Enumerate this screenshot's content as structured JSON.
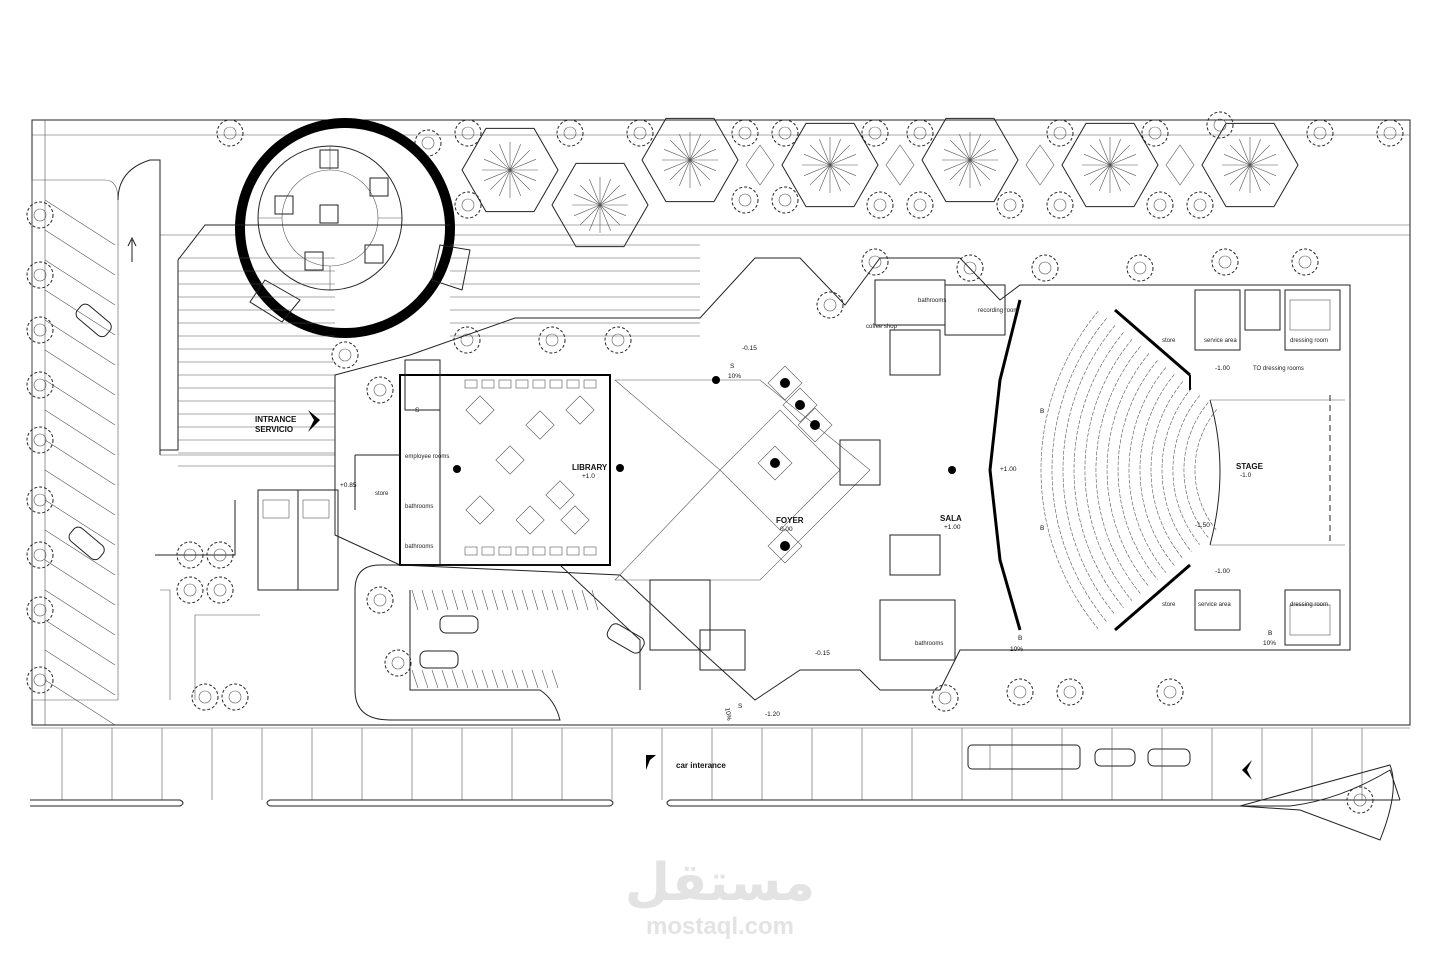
{
  "labels": {
    "library": "LIBRARY",
    "library_level": "+1.0",
    "foyer": "FOYER",
    "foyer_level": "0.00",
    "sala": "SALA",
    "sala_level": "+1.00",
    "stage": "STAGE",
    "stage_level": "-1.0",
    "entrance_line1": "INTRANCE",
    "entrance_line2": "SERVICIO",
    "car_entrance": "car interance",
    "coffee_shop": "coffee shop",
    "recording_room": "recording room",
    "bathrooms": "bathrooms",
    "service_area_top": "service area",
    "service_area_bottom": "service area",
    "dressing_top": "dressing room",
    "dressing_bottom": "dressing room",
    "to_dressing": "TO dressing rooms",
    "store_top": "store",
    "store_bottom": "store",
    "store_left": "store",
    "employee_rooms": "employee rooms",
    "bathrooms_left": "bathrooms",
    "bathrooms_left2": "bathrooms",
    "bathrooms_sala": "bathrooms",
    "lvl_sala_row": "+1.00",
    "lvl_stage_pit": "-1.50",
    "lvl_top_right": "-1.00",
    "lvl_bot_right": "-1.00",
    "lvl_entry_top": "-0.15",
    "lvl_entry_bottom": "-0.15",
    "lvl_left": "+0.85",
    "lvl_south": "-1.20",
    "slope_top": "10%",
    "slope_bottom_left": "10%",
    "slope_bottom_right": "10%",
    "slope_south": "10%",
    "s_mark": "S",
    "b_mark": "B"
  },
  "watermark": {
    "arabic": "مستقل",
    "latin": "mostaql.com"
  },
  "colors": {
    "line": "#222222",
    "wall": "#000000",
    "background": "#ffffff",
    "watermark": "#e3e3e3"
  }
}
